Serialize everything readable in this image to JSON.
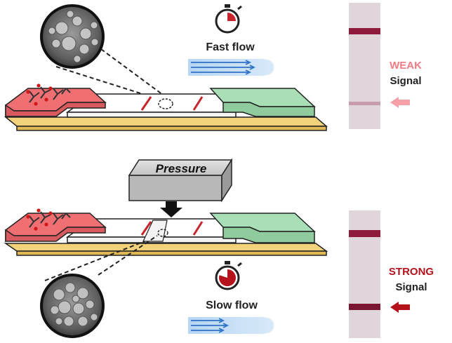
{
  "top_panel": {
    "flow_label": "Fast flow",
    "signal_word": "WEAK",
    "signal_label": "Signal",
    "signal_color": "#f07c85",
    "timer_elapsed_fraction": 0.25
  },
  "bottom_panel": {
    "press_label": "Pressure",
    "flow_label": "Slow flow",
    "signal_word": "STRONG",
    "signal_label": "Signal",
    "signal_color": "#b5121b",
    "timer_elapsed_fraction": 0.8
  },
  "colors": {
    "sample_pad": "#ef6f72",
    "absorbent_pad": "#a9dfb6",
    "backing": "#f2d27a",
    "test_line": "#c8242c",
    "flow_arrow": "#2f72c9",
    "flow_bg": "#b7d6f4",
    "strip_bg": "#ddd0d8",
    "band": "#8e1b3c"
  },
  "icons": {
    "timer": "stopwatch-icon",
    "arrow": "left-arrow-icon",
    "press": "down-arrow-icon",
    "sem": "sem-micrograph-icon",
    "antibody": "antibody-icon"
  }
}
